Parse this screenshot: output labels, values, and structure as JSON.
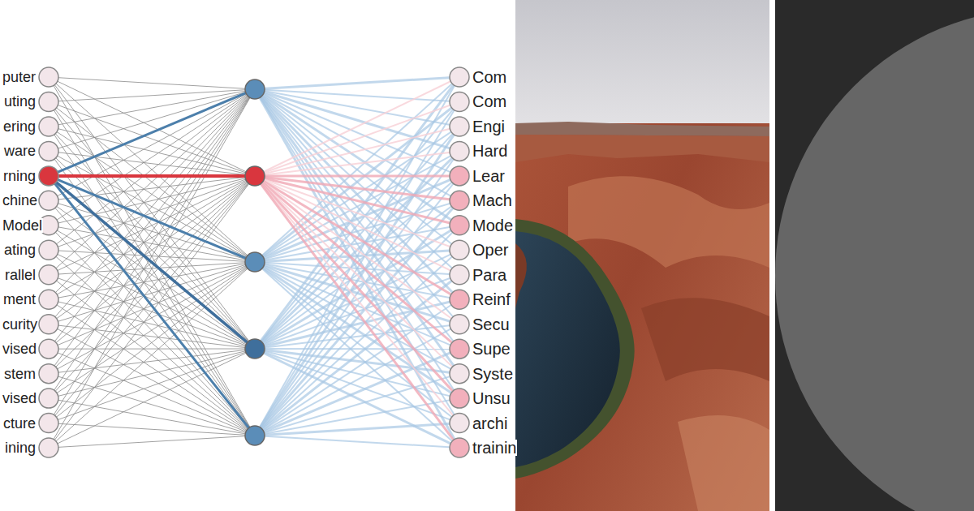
{
  "diagram": {
    "labels": [
      "puter",
      "uting",
      "ering",
      "ware",
      "rning",
      "chine",
      "Model",
      "ating",
      "rallel",
      "ment",
      "curity",
      "vised",
      "stem",
      "vised",
      "cture",
      "ining",
      "Com",
      "Com",
      "Engi",
      "Hard",
      "Lear",
      "Mach",
      "Mode",
      "Oper",
      "Para",
      "Reinf",
      "Secu",
      "Supe",
      "Syste",
      "Unsu",
      "archi",
      "trainin"
    ]
  }
}
